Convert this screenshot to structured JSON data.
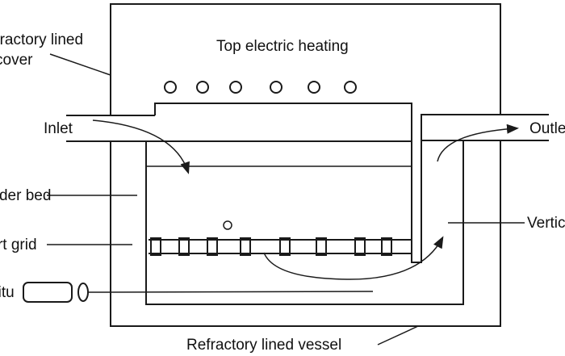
{
  "diagram": {
    "title": "",
    "labels": {
      "cover": [
        "Refractory lined",
        "cover"
      ],
      "heating": "Top electric heating",
      "inlet": "Inlet",
      "outlet": "Outlet",
      "bed": "Powder bed",
      "grid": "Support grid",
      "insitu": "In situ",
      "vertical": "Vertical",
      "vessel": "Refractory lined vessel"
    },
    "heater_count": 6,
    "grid_block_count": 8,
    "colors": {
      "line": "#1a1a1a",
      "background": "#ffffff"
    }
  }
}
